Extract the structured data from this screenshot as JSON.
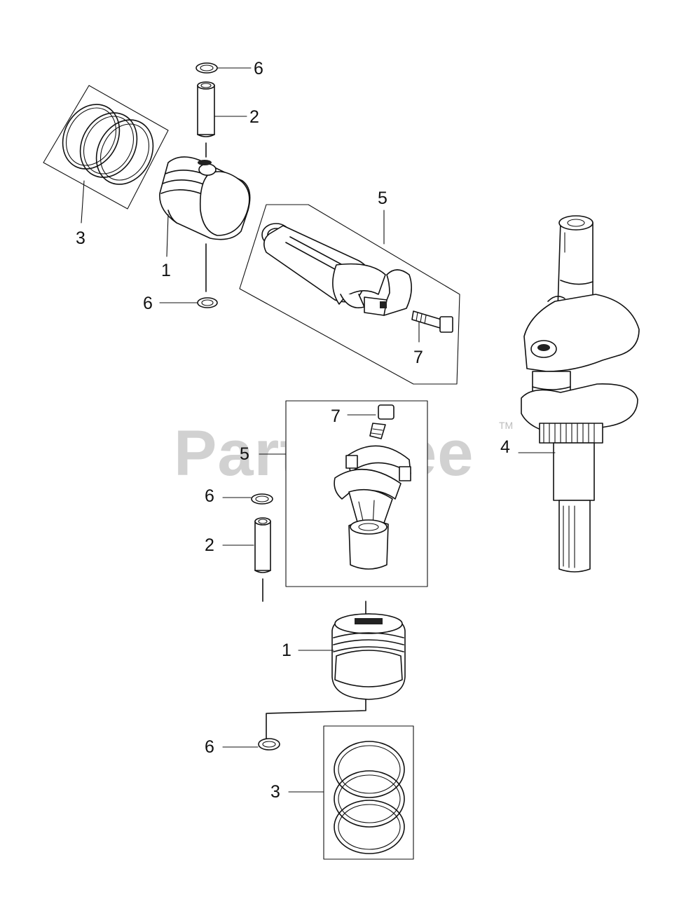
{
  "watermark": {
    "text": "PartsTree",
    "tm": "TM"
  },
  "callouts": [
    {
      "id": "c6a",
      "label": "6"
    },
    {
      "id": "c2a",
      "label": "2"
    },
    {
      "id": "c3a",
      "label": "3"
    },
    {
      "id": "c1a",
      "label": "1"
    },
    {
      "id": "c6b",
      "label": "6"
    },
    {
      "id": "c5a",
      "label": "5"
    },
    {
      "id": "c7a",
      "label": "7"
    },
    {
      "id": "c7b",
      "label": "7"
    },
    {
      "id": "c5b",
      "label": "5"
    },
    {
      "id": "c4",
      "label": "4"
    },
    {
      "id": "c6c",
      "label": "6"
    },
    {
      "id": "c2b",
      "label": "2"
    },
    {
      "id": "c1b",
      "label": "1"
    },
    {
      "id": "c6d",
      "label": "6"
    },
    {
      "id": "c3b",
      "label": "3"
    }
  ]
}
